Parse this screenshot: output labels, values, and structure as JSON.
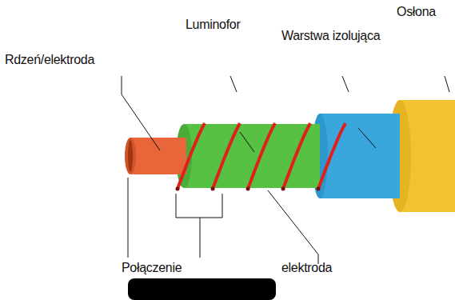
{
  "diagram": {
    "labels": [
      "Rdzeń/elektroda",
      "Luminofor",
      "Warstwa izolująca",
      "Osłona",
      "Połączenie",
      "elektroda"
    ]
  }
}
